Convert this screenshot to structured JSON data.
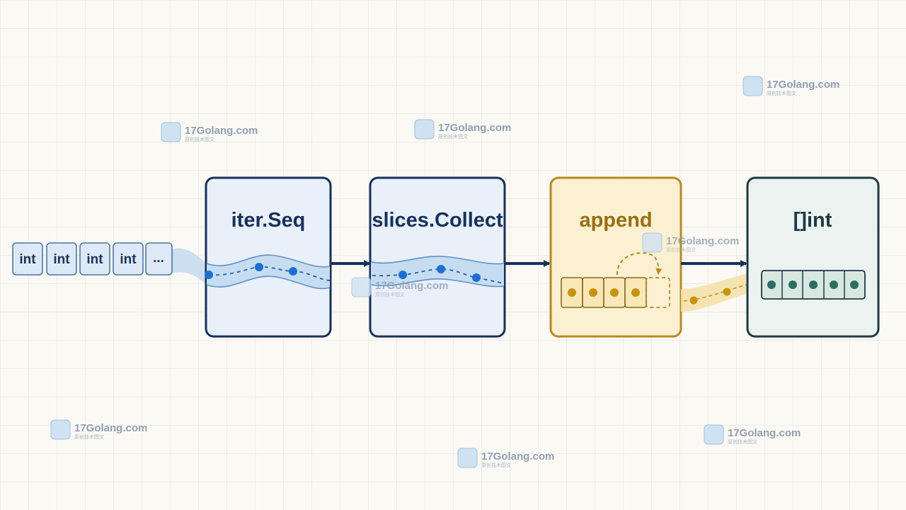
{
  "diagram": {
    "input_items": [
      "int",
      "int",
      "int",
      "int",
      "..."
    ],
    "stages": [
      {
        "title": "iter.Seq"
      },
      {
        "title": "slices.Collect"
      },
      {
        "title": "append"
      },
      {
        "title": "[]int"
      }
    ]
  },
  "watermark": {
    "text": "17Golang.com",
    "subtext": "原创技术图文"
  },
  "colors": {
    "navy": "#16315e",
    "blue_fill": "#e9f0fa",
    "stream": "#c6dcf0",
    "dot_blue": "#1b6fd1",
    "gold": "#b88a1c",
    "gold_fill": "#fbf0d2",
    "teal": "#2a6f61",
    "green_fill": "#ecf2ef"
  }
}
